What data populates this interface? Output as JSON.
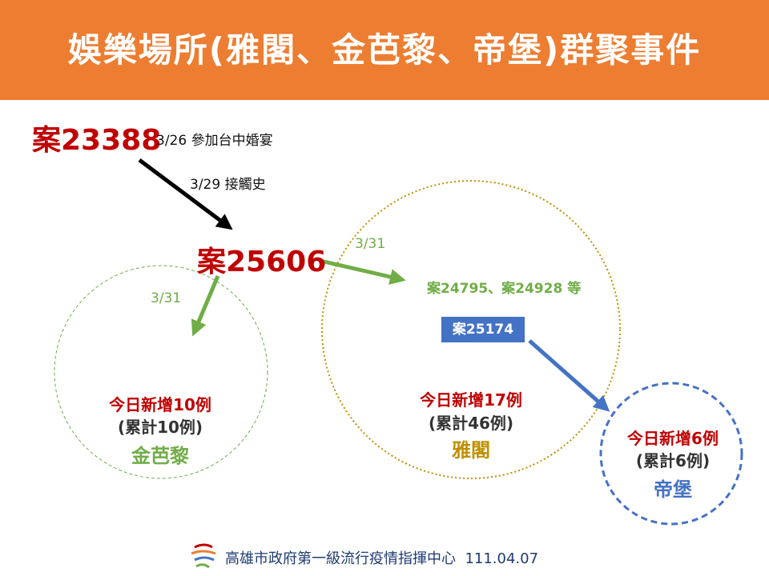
{
  "header": {
    "title": "娛樂場所(雅閣、金芭黎、帝堡)群聚事件"
  },
  "source_case": {
    "label": "案23388",
    "note": "3/26 參加台中婚宴"
  },
  "link_note": "3/29 接觸史",
  "hub_case": {
    "label": "案25606"
  },
  "edges": {
    "to_jinbali_date": "3/31",
    "to_yage_date": "3/31"
  },
  "yage_cases_text": "案24795、案24928 等",
  "yage_badge": "案25174",
  "clusters": {
    "jinbali": {
      "new_today": "今日新增10例",
      "cumulative": "(累計10例)",
      "name": "金芭黎",
      "color": "#70AD47"
    },
    "yage": {
      "new_today": "今日新增17例",
      "cumulative": "(累計46例)",
      "name": "雅閣",
      "color": "#BF9000"
    },
    "dibao": {
      "new_today": "今日新增6例",
      "cumulative": "(累計6例)",
      "name": "帝堡",
      "color": "#4472C4"
    }
  },
  "footer": {
    "org": "高雄市政府第一級流行疫情指揮中心",
    "date": "111.04.07",
    "logo_icon": "kaohsiung-logo-icon"
  },
  "colors": {
    "header": "#ED7D31",
    "case_red": "#C00000",
    "green": "#70AD47",
    "gold": "#BF9000",
    "blue": "#4472C4"
  }
}
